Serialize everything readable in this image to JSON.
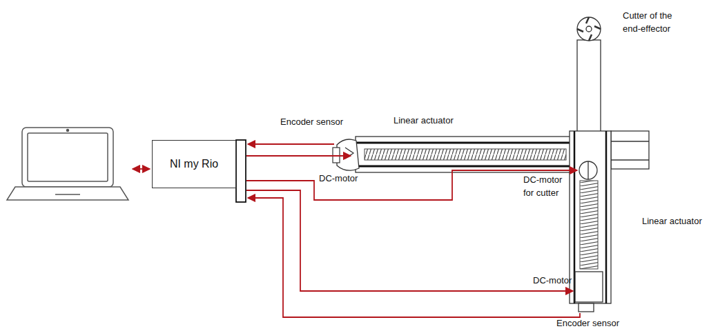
{
  "diagram": {
    "nodes": [
      {
        "text": [
          "NI my Rio"
        ]
      }
    ],
    "labels": [
      "Cutter of the end-effector",
      "Encoder sensor",
      "Linear actuator",
      "DC-motor",
      "DC-motor for cutter",
      "Linear actuator",
      "DC-motor",
      "Encoder sensor"
    ]
  }
}
